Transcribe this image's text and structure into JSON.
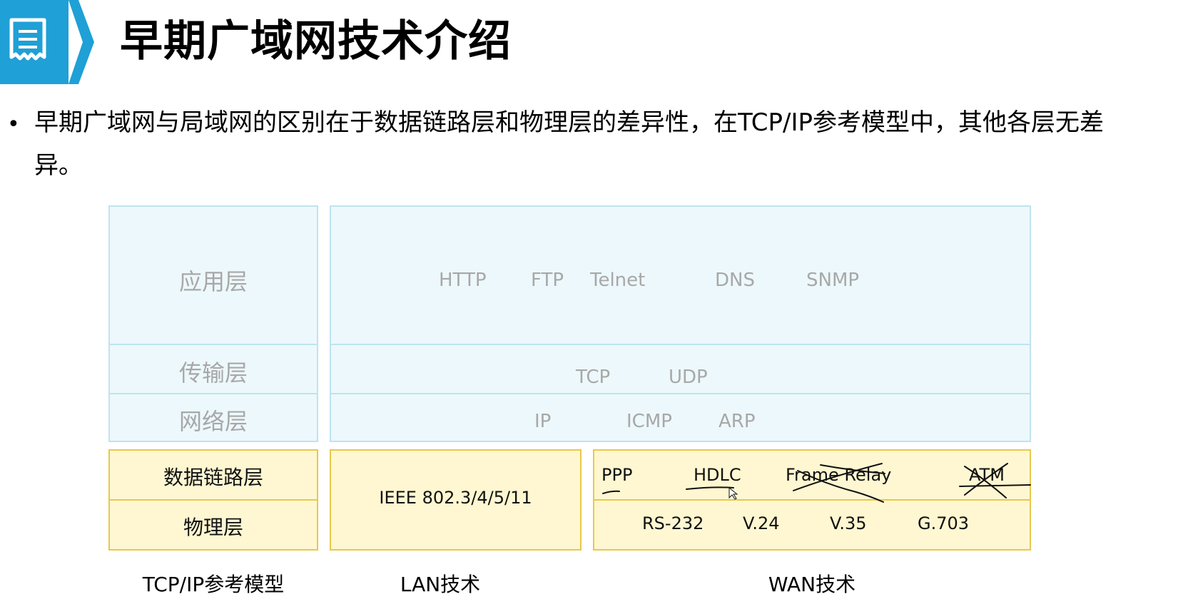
{
  "header": {
    "title": "早期广域网技术介绍",
    "icon": "document-icon",
    "accent_color": "#1fa0d6"
  },
  "bullet": {
    "text": "早期广域网与局域网的区别在于数据链路层和物理层的差异性，在TCP/IP参考模型中，其他各层无差异。"
  },
  "diagram": {
    "colors": {
      "upper_fill": "#edf8fc",
      "upper_border": "#bfe3ef",
      "lower_fill": "#fff7d1",
      "lower_border": "#e9c84a"
    },
    "tcpip_layers": {
      "application": "应用层",
      "transport": "传输层",
      "network": "网络层",
      "datalink": "数据链路层",
      "physical": "物理层"
    },
    "application_protocols": [
      "HTTP",
      "FTP",
      "Telnet",
      "DNS",
      "SNMP"
    ],
    "transport_protocols": [
      "TCP",
      "UDP"
    ],
    "network_protocols": [
      "IP",
      "ICMP",
      "ARP"
    ],
    "lan_tech": "IEEE 802.3/4/5/11",
    "wan_datalink": [
      "PPP",
      "HDLC",
      "Frame Relay",
      "ATM"
    ],
    "wan_physical": [
      "RS-232",
      "V.24",
      "V.35",
      "G.703"
    ],
    "captions": {
      "tcpip": "TCP/IP参考模型",
      "lan": "LAN技术",
      "wan": "WAN技术"
    }
  }
}
